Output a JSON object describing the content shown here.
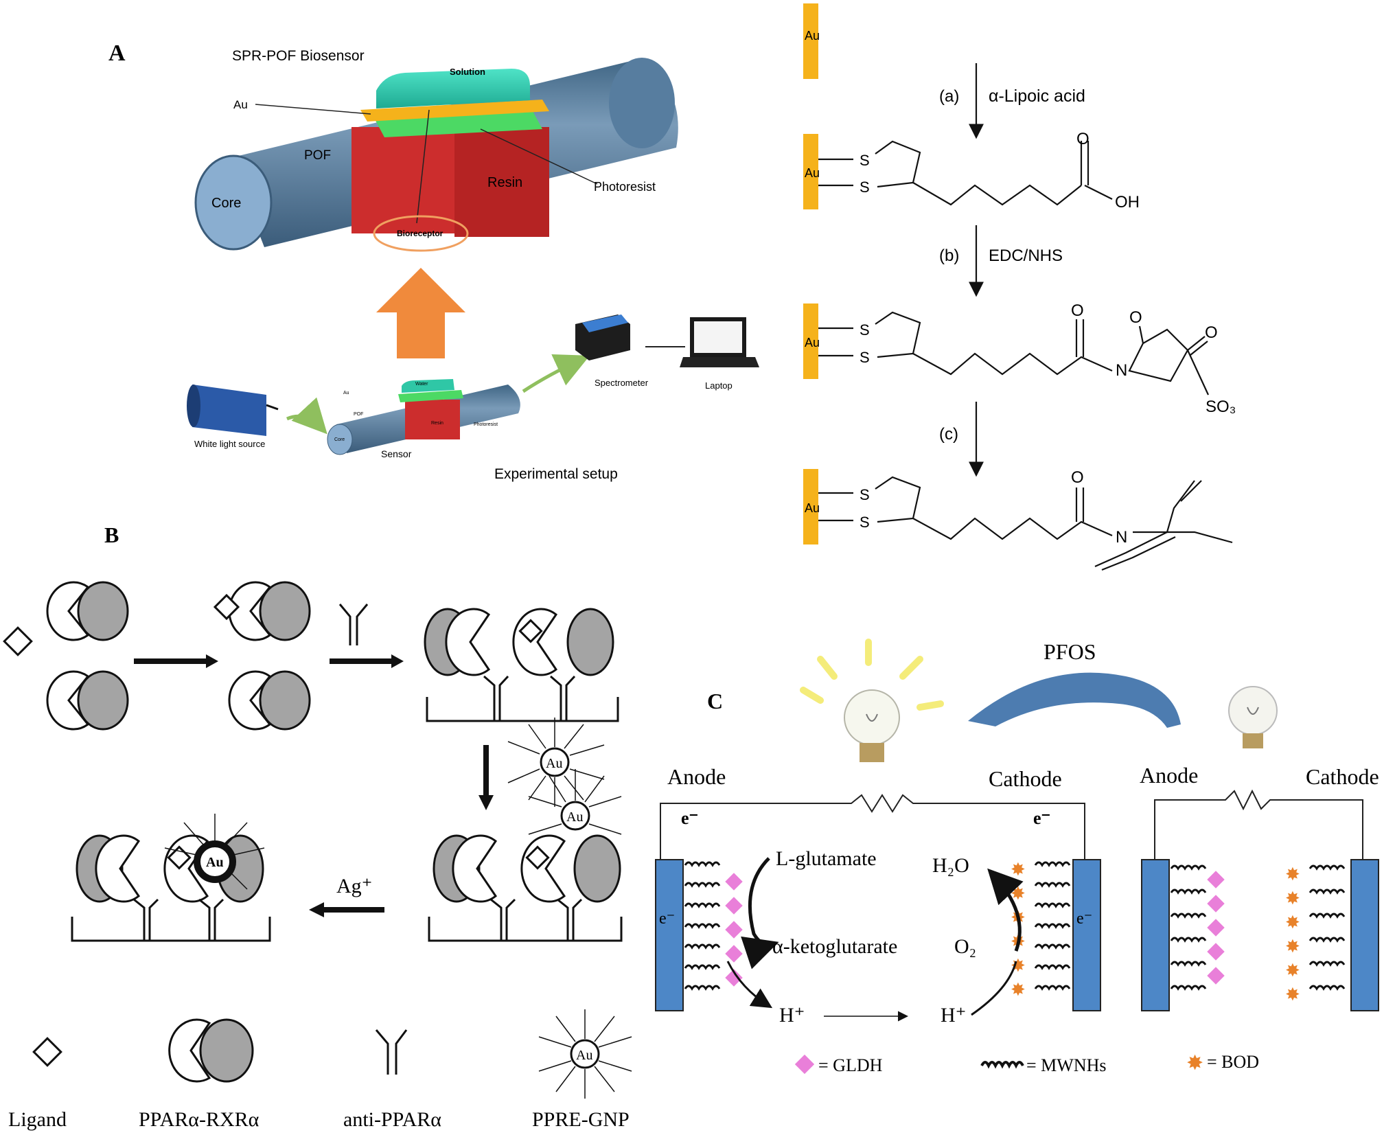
{
  "panel_a": {
    "label": "A",
    "title": "SPR-POF Biosensor",
    "callouts": {
      "solution": "Solution",
      "au": "Au",
      "pof": "POF",
      "core": "Core",
      "resin": "Resin",
      "photoresist": "Photoresist",
      "bioreceptor": "Bioreceptor"
    },
    "setup": {
      "white_light": "White light source",
      "sensor": "Sensor",
      "spectrometer": "Spectrometer",
      "laptop": "Laptop",
      "caption": "Experimental setup",
      "mini_au": "Au",
      "mini_water": "Water",
      "mini_pof": "POF",
      "mini_core": "Core",
      "mini_resin": "Resin",
      "mini_photoresist": "Photoresist"
    }
  },
  "chemistry": {
    "au": "Au",
    "steps": [
      {
        "tag": "(a)",
        "reagent": "α-Lipoic acid"
      },
      {
        "tag": "(b)",
        "reagent": "EDC/NHS"
      },
      {
        "tag": "(c)",
        "reagent": ""
      }
    ],
    "atoms": {
      "s": "S",
      "o": "O",
      "oh": "OH",
      "n": "N",
      "so3": "SO₃"
    }
  },
  "panel_b": {
    "label": "B",
    "ag": "Ag⁺",
    "au": "Au",
    "legend": [
      "Ligand",
      "PPARα-RXRα",
      "anti-PPARα",
      "PPRE-GNP"
    ]
  },
  "panel_c": {
    "label": "C",
    "pfos": "PFOS",
    "anode": "Anode",
    "cathode": "Cathode",
    "electron": "e⁻",
    "species": {
      "glutamate": "L-glutamate",
      "ketoglutarate": "α-ketoglutarate",
      "h2o": "H₂O",
      "o2": "O₂",
      "hplus": "H⁺"
    },
    "legend": [
      "= GLDH",
      "= MWNHs",
      "= BOD"
    ]
  },
  "colors": {
    "gold": "#f5b21b",
    "fiber": "#577d9f",
    "resin": "#cc2d2d",
    "green": "#4cd964",
    "electrode": "#4d87c7",
    "gldh": "#e97fd9",
    "bod": "#e8822a",
    "arrow_orange": "#f08a3c"
  }
}
